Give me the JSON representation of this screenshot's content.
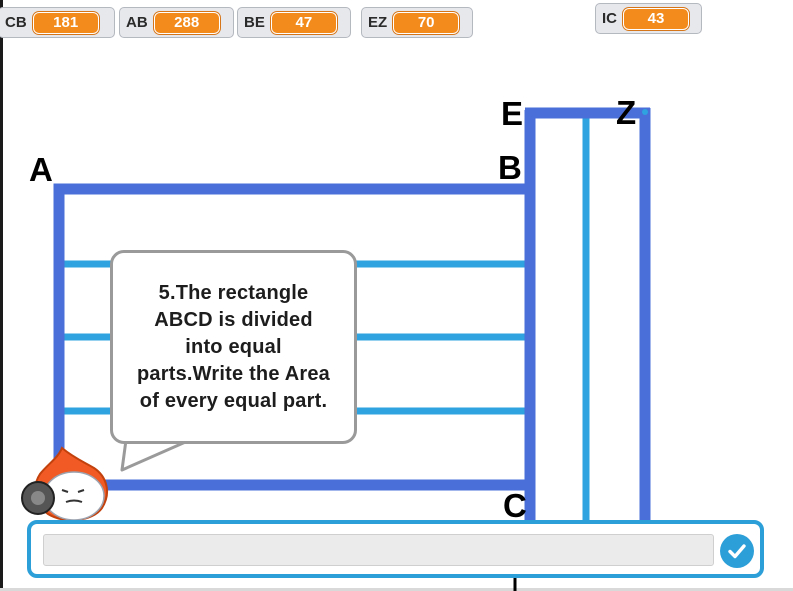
{
  "monitors": [
    {
      "label": "CB",
      "value": "181"
    },
    {
      "label": "AB",
      "value": "288"
    },
    {
      "label": "BE",
      "value": "47"
    },
    {
      "label": "EZ",
      "value": "70"
    },
    {
      "label": "IC",
      "value": "43"
    }
  ],
  "figure": {
    "points": {
      "A": "A",
      "B": "B",
      "C": "C",
      "E": "E",
      "Z": "Z"
    }
  },
  "speech": {
    "text": "5.The rectangle ABCD is divided into equal parts.Write the Area of every equal part."
  },
  "answer": {
    "value": "",
    "submit_icon": "checkmark-icon"
  },
  "colors": {
    "outline": "#4a6fd8",
    "divider": "#2ea3e0",
    "monitor_value": "#f28a1c",
    "answer_border": "#2d9fd8"
  }
}
